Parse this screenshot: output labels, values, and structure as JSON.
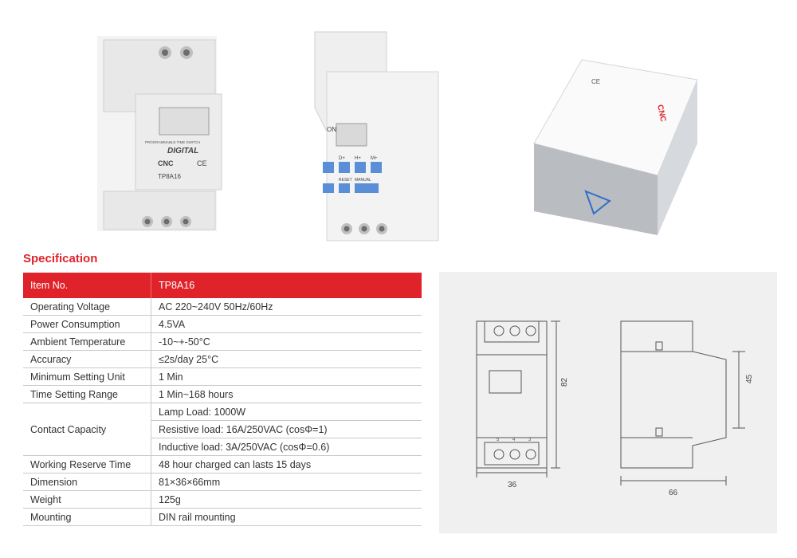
{
  "product_images": {
    "front_brand": "CNC",
    "front_model": "TP8A16",
    "front_line": "DIGITAL",
    "front_subtitle": "PROGRAMMABLE TIME SWITCH",
    "ce_mark": "CE",
    "on_label": "ON",
    "buttons": [
      "D+",
      "H+",
      "M+",
      "RESET",
      "MANUAL"
    ],
    "box_brand": "CNC"
  },
  "spec": {
    "title": "Specification",
    "header": {
      "label": "Item No.",
      "value": "TP8A16"
    },
    "rows": [
      {
        "label": "Operating Voltage",
        "values": [
          "AC 220~240V 50Hz/60Hz"
        ]
      },
      {
        "label": "Power Consumption",
        "values": [
          "4.5VA"
        ]
      },
      {
        "label": "Ambient Temperature",
        "values": [
          "-10~+-50°C"
        ]
      },
      {
        "label": "Accuracy",
        "values": [
          "≤2s/day 25°C"
        ]
      },
      {
        "label": "Minimum Setting Unit",
        "values": [
          "1 Min"
        ]
      },
      {
        "label": "Time Setting Range",
        "values": [
          "1 Min~168 hours"
        ]
      },
      {
        "label": "Contact Capacity",
        "values": [
          "Lamp Load: 1000W",
          "Resistive load: 16A/250VAC (cosΦ=1)",
          "Inductive load: 3A/250VAC (cosΦ=0.6)"
        ]
      },
      {
        "label": "Working Reserve Time",
        "values": [
          "48 hour charged can lasts 15 days"
        ]
      },
      {
        "label": "Dimension",
        "values": [
          "81×36×66mm"
        ]
      },
      {
        "label": "Weight",
        "values": [
          "125g"
        ]
      },
      {
        "label": "Mounting",
        "values": [
          "DIN rail mounting"
        ]
      }
    ]
  },
  "drawing": {
    "dims": {
      "height": "82",
      "width": "36",
      "depth": "66",
      "rail_height": "45"
    },
    "terminal_labels": [
      "5",
      "4",
      "3"
    ]
  },
  "colors": {
    "accent": "#e0232a",
    "border": "#c9c9c9",
    "drawing_bg": "#f0f0f0"
  }
}
